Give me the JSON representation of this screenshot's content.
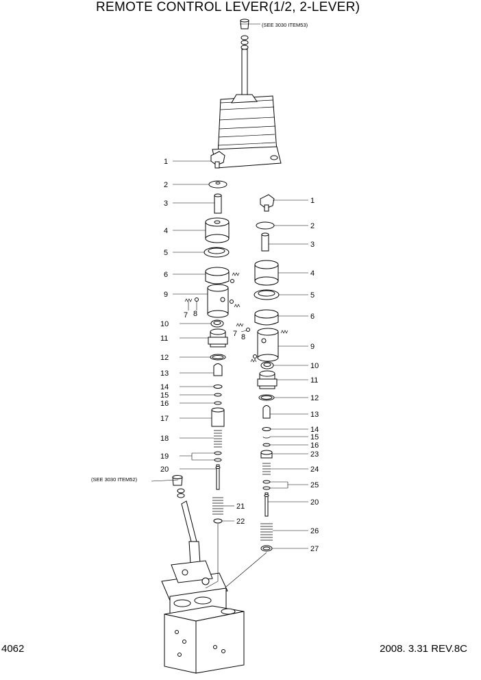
{
  "title": "REMOTE CONTROL LEVER(1/2, 2-LEVER)",
  "page_number": "4062",
  "revision": "2008. 3.31  REV.8C",
  "notes": {
    "top": "(SEE 3030 ITEM53)",
    "left": "(SEE 3030 ITEM52)"
  },
  "left_callouts": [
    "1",
    "2",
    "3",
    "4",
    "5",
    "6",
    "9",
    "7",
    "8",
    "10",
    "11",
    "12",
    "13",
    "14",
    "15",
    "16",
    "17",
    "18",
    "19",
    "20",
    "21",
    "22"
  ],
  "right_callouts": [
    "1",
    "2",
    "3",
    "4",
    "5",
    "6",
    "7",
    "8",
    "9",
    "10",
    "11",
    "12",
    "13",
    "14",
    "15",
    "16",
    "23",
    "24",
    "25",
    "20",
    "26",
    "27"
  ]
}
